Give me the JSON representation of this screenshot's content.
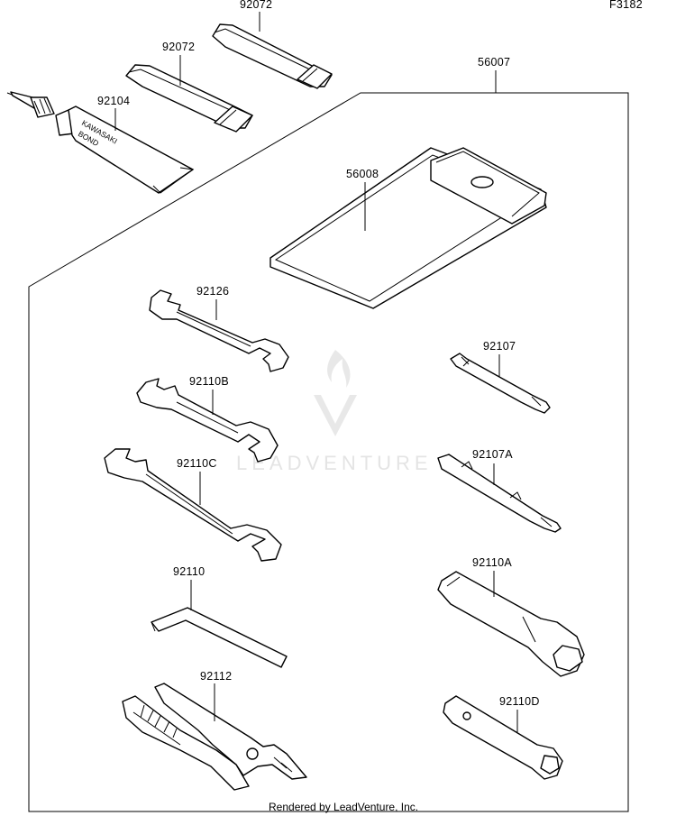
{
  "diagram_code": "F3182",
  "watermark_text": "LEADVENTURE",
  "footer_text": "Rendered by LeadVenture, Inc.",
  "part_labels": {
    "strap_top": "92072",
    "strap_mid": "92072",
    "bond": "92104",
    "bag_set": "56007",
    "bag": "56008",
    "wrench_1": "92126",
    "wrench_2": "92110B",
    "wrench_3": "92110C",
    "hex_key": "92110",
    "pliers": "92112",
    "driver_1": "92107",
    "driver_2": "92107A",
    "socket_1": "92110A",
    "socket_2": "92110D"
  },
  "tube_text": [
    "KAWASAKI",
    "BOND"
  ],
  "colors": {
    "line": "#000000",
    "watermark": "#e4e4e4",
    "background": "#ffffff"
  }
}
